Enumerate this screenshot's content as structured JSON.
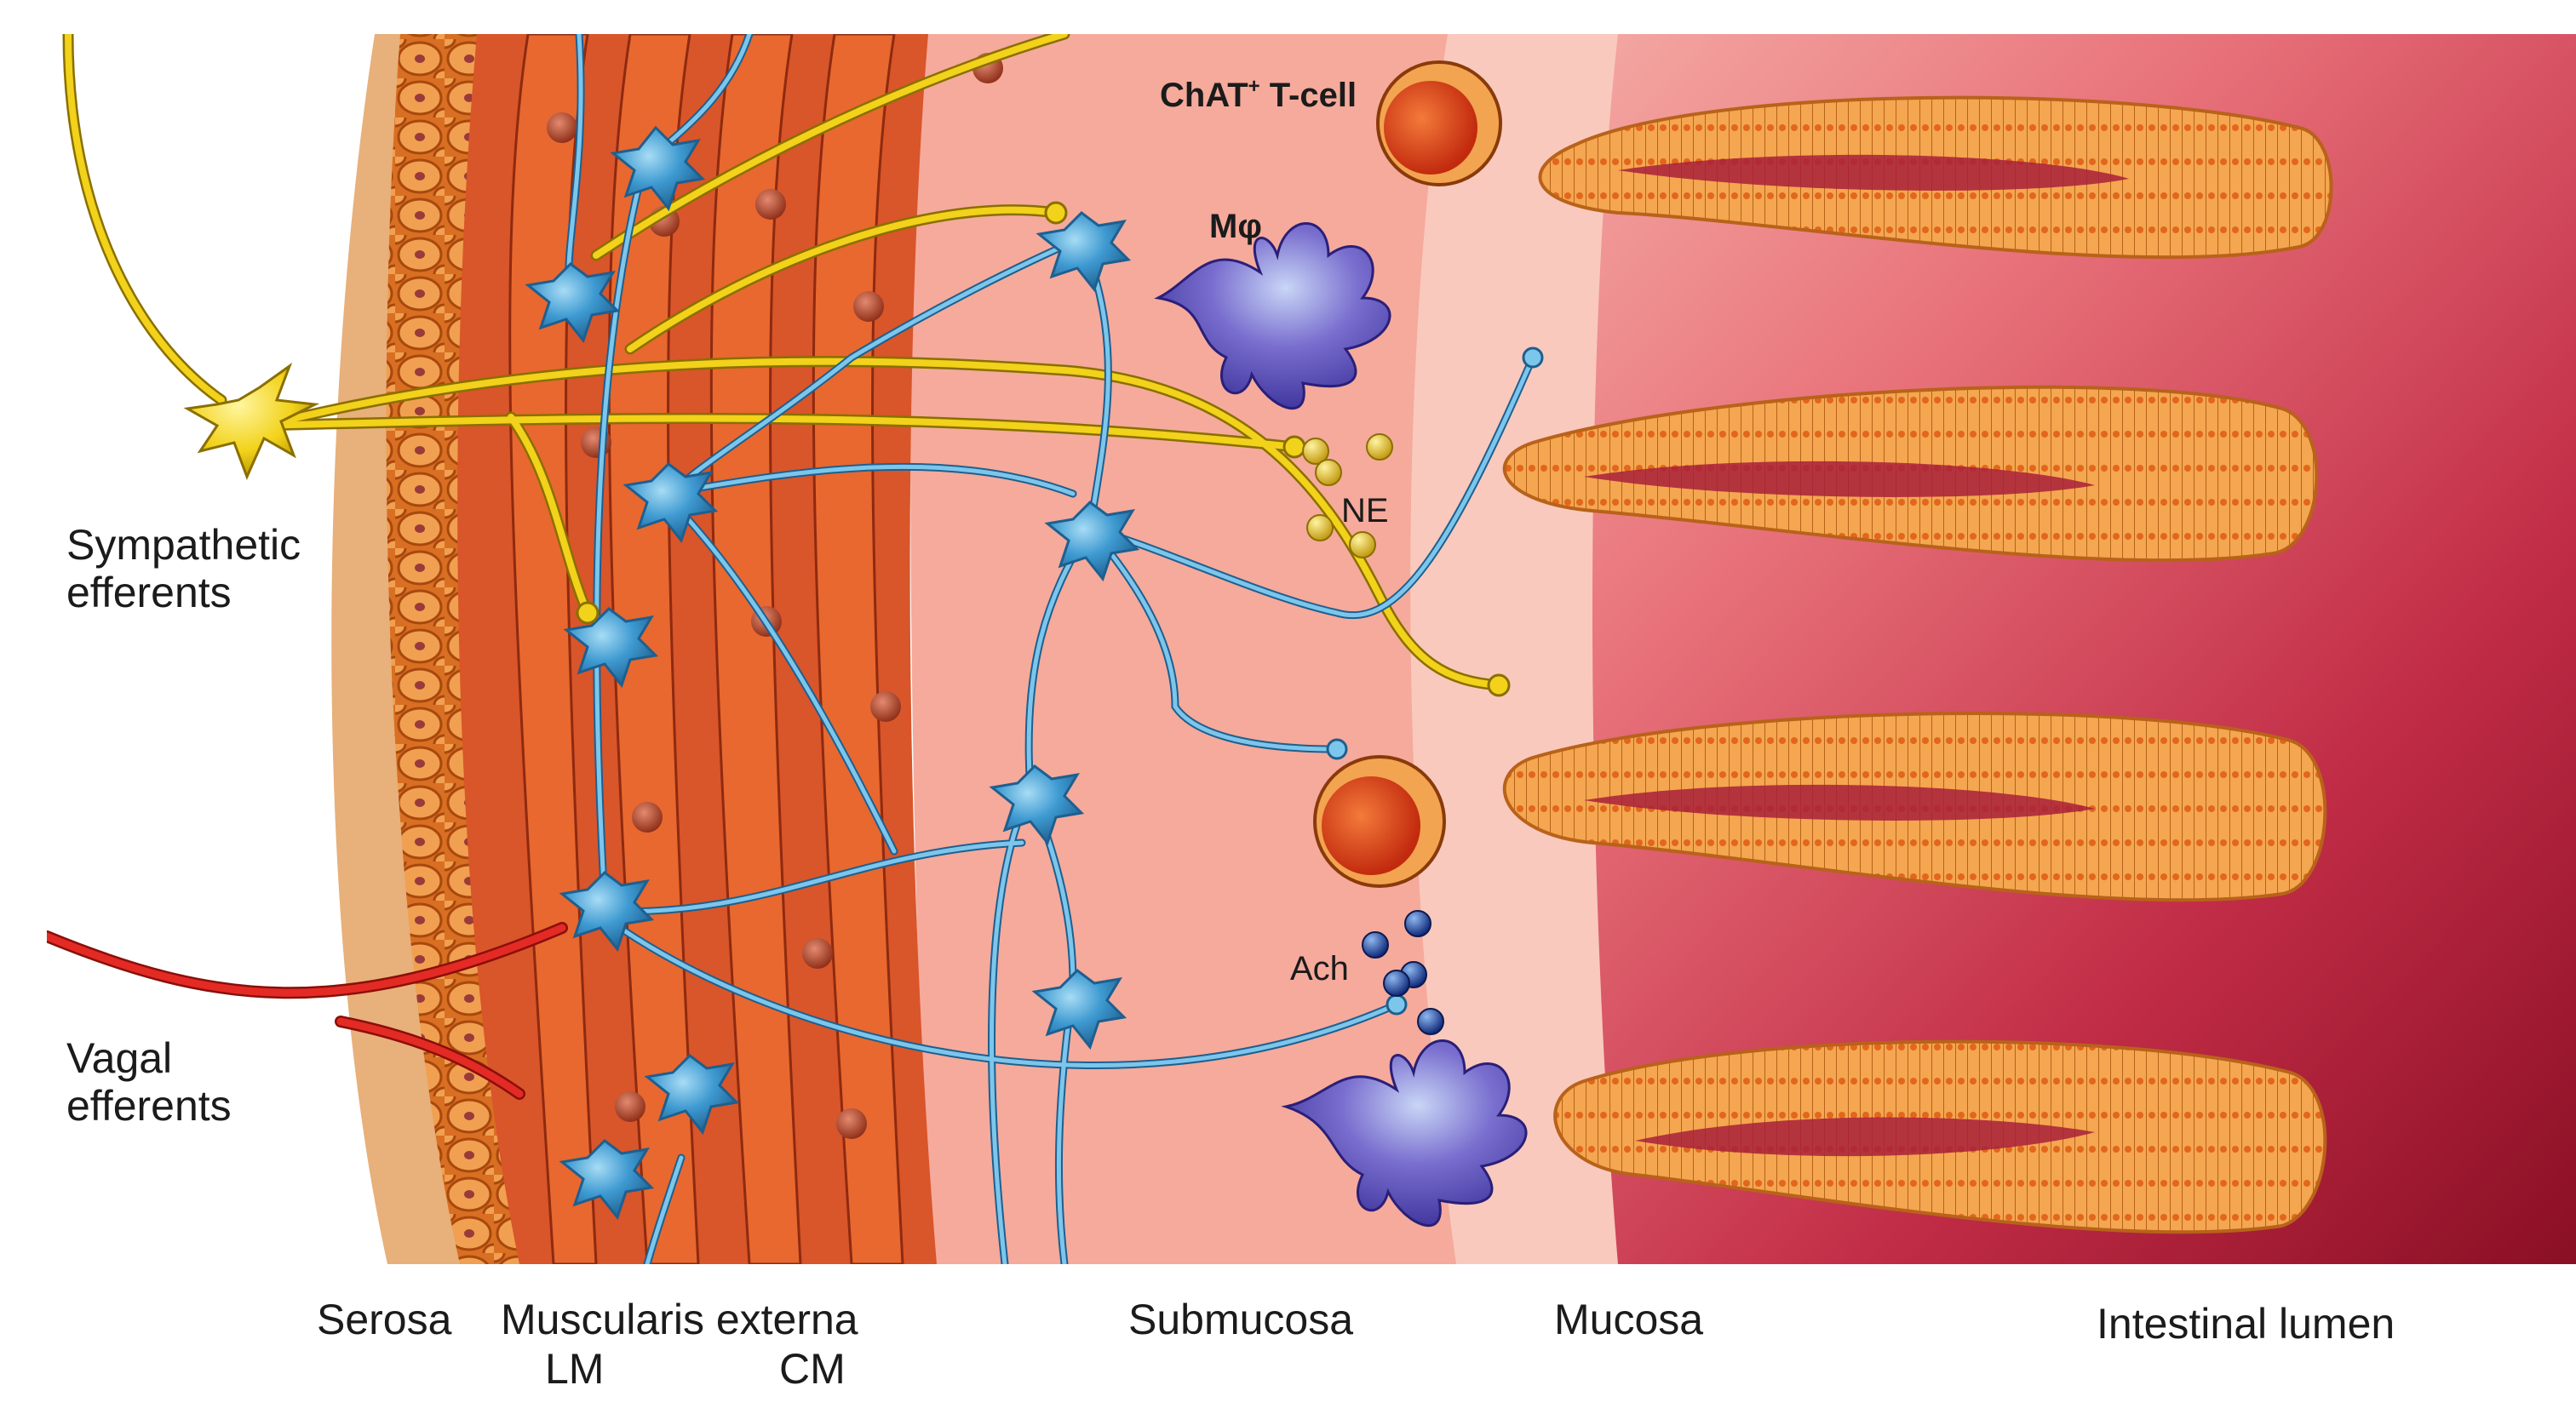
{
  "labels": {
    "sympathetic": [
      "Sympathetic",
      "efferents"
    ],
    "vagal": [
      "Vagal",
      "efferents"
    ],
    "chat_tcell_main": "ChAT",
    "chat_tcell_sup": "+",
    "chat_tcell_rest": " T-cell",
    "macrophage": "Mφ",
    "ne": "NE",
    "ach": "Ach",
    "layers": {
      "serosa": "Serosa",
      "muscularis_externa": "Muscularis externa",
      "lm": "LM",
      "cm": "CM",
      "submucosa": "Submucosa",
      "mucosa": "Mucosa",
      "lumen": "Intestinal lumen"
    }
  },
  "colors": {
    "serosa": "#e8b07a",
    "serosa_cells": "#e07a2a",
    "muscle": "#d9552a",
    "submucosa": "#f5a79a",
    "mucosa": "#f9c9bd",
    "lumen_dark": "#b81e3a",
    "neuron": "#3e9ad1",
    "sympathetic": "#f2d21a",
    "vagal": "#e42a24",
    "macrophage": "#5b4fb8",
    "tcell": "#e2481b",
    "epithelium": "#f2a450"
  },
  "icons": [
    "neuron-icon",
    "macrophage-icon",
    "t-cell-icon",
    "norepinephrine-granule-icon",
    "acetylcholine-granule-icon"
  ]
}
